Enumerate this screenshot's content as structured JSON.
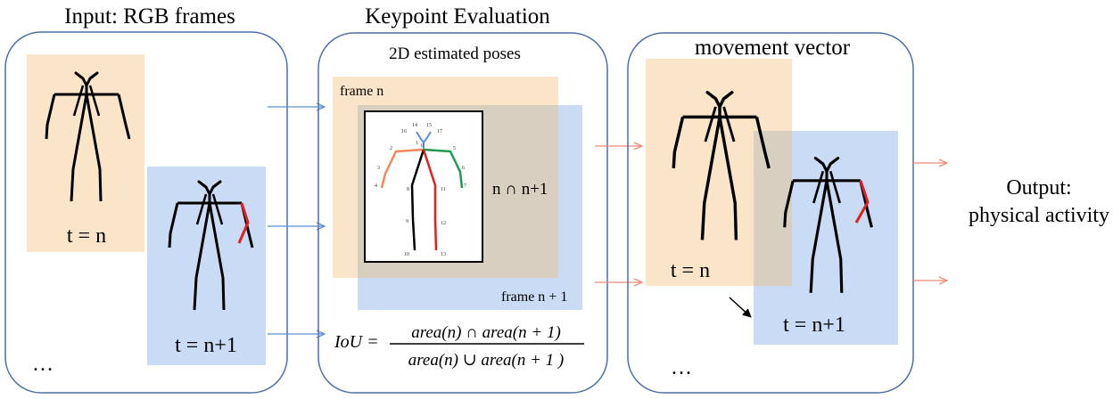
{
  "panels": {
    "input": {
      "title": "Input: RGB frames",
      "label_t_n": "t = n",
      "label_t_n1": "t = n+1",
      "ellipsis": "…"
    },
    "keypoint": {
      "title": "Keypoint Evaluation",
      "subtitle": "2D estimated poses",
      "frame_n": "frame n",
      "frame_n1": "frame n + 1",
      "intersection": "n ∩ n+1",
      "iou_lhs": "IoU =",
      "iou_numerator": "area(n) ∩ area(n + 1)",
      "iou_denominator": "area(n) ∪ area(n + 1 )",
      "joint_numbers": [
        "0",
        "1",
        "2",
        "3",
        "4",
        "5",
        "6",
        "7",
        "8",
        "9",
        "10",
        "11",
        "12",
        "13",
        "14",
        "15",
        "16",
        "17"
      ]
    },
    "movement": {
      "title": "movement vector",
      "label_t_n": "t = n",
      "label_t_n1": "t = n+1",
      "ellipsis": "…"
    },
    "output": {
      "line1": "Output:",
      "line2": "physical activity"
    }
  },
  "colors": {
    "panel_border": "#4f6fa8",
    "frame_n_fill": "#fbe5c8",
    "frame_n1_fill": "#c9dbf5",
    "overlap_fill": "#d8cfc0",
    "arrow_blue": "#5b8fd6",
    "arrow_red": "#ee8a7a",
    "limb_red": "#e02020",
    "limb_green": "#1e9a50",
    "limb_orange": "#f0875a",
    "limb_blue": "#5b8fd6",
    "skeleton": "#000000"
  }
}
